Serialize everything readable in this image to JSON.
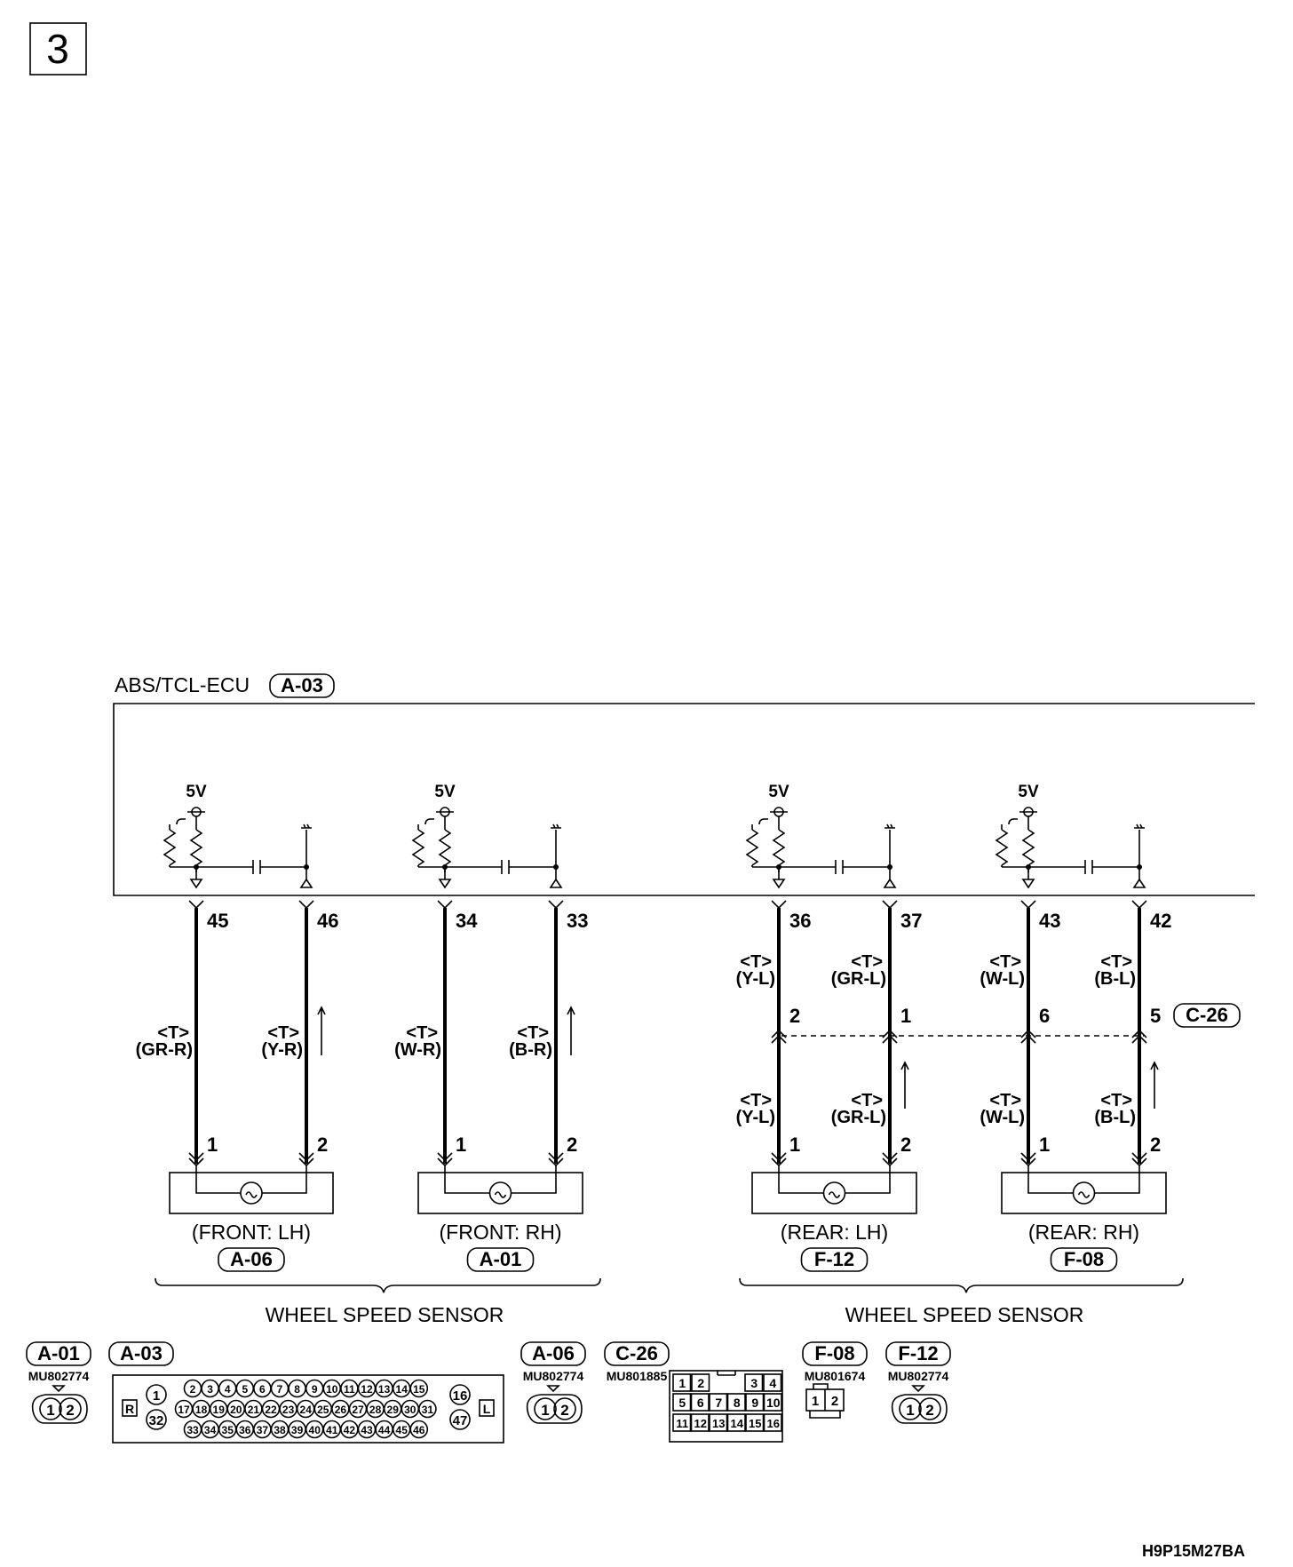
{
  "page_number": "3",
  "ecu": {
    "name": "ABS/TCL-ECU",
    "connector": "A-03"
  },
  "voltage_label": "5V",
  "harness_symbol": "<T>",
  "sensors": [
    {
      "ecu_pins": [
        "45",
        "46"
      ],
      "wire_colors": [
        "(GR-R)",
        "(Y-R)"
      ],
      "sensor_pins": [
        "1",
        "2"
      ],
      "position": "(FRONT: LH)",
      "connector": "A-06"
    },
    {
      "ecu_pins": [
        "34",
        "33"
      ],
      "wire_colors": [
        "(W-R)",
        "(B-R)"
      ],
      "sensor_pins": [
        "1",
        "2"
      ],
      "position": "(FRONT: RH)",
      "connector": "A-01"
    },
    {
      "ecu_pins": [
        "36",
        "37"
      ],
      "wire_colors_upper": [
        "(Y-L)",
        "(GR-L)"
      ],
      "junction_pins": [
        "2",
        "1"
      ],
      "wire_colors": [
        "(Y-L)",
        "(GR-L)"
      ],
      "sensor_pins": [
        "1",
        "2"
      ],
      "position": "(REAR: LH)",
      "connector": "F-12"
    },
    {
      "ecu_pins": [
        "43",
        "42"
      ],
      "wire_colors_upper": [
        "(W-L)",
        "(B-L)"
      ],
      "junction_pins": [
        "6",
        "5"
      ],
      "wire_colors": [
        "(W-L)",
        "(B-L)"
      ],
      "sensor_pins": [
        "1",
        "2"
      ],
      "position": "(REAR: RH)",
      "connector": "F-08"
    }
  ],
  "junction_connector": "C-26",
  "group_labels": [
    "WHEEL SPEED SENSOR",
    "WHEEL SPEED SENSOR"
  ],
  "connector_legend": [
    {
      "code": "A-01",
      "part": "MU802774",
      "pins": [
        "1",
        "2"
      ]
    },
    {
      "code": "A-03",
      "part": "",
      "pins": []
    },
    {
      "code": "A-06",
      "part": "MU802774",
      "pins": [
        "1",
        "2"
      ]
    },
    {
      "code": "C-26",
      "part": "MU801885",
      "pins": []
    },
    {
      "code": "F-08",
      "part": "MU801674",
      "pins": [
        "1",
        "2"
      ]
    },
    {
      "code": "F-12",
      "part": "MU802774",
      "pins": [
        "1",
        "2"
      ]
    }
  ],
  "a03_layout": {
    "row1": [
      "2",
      "3",
      "4",
      "5",
      "6",
      "7",
      "8",
      "9",
      "10",
      "11",
      "12",
      "13",
      "14",
      "15"
    ],
    "row2": [
      "17",
      "18",
      "19",
      "20",
      "21",
      "22",
      "23",
      "24",
      "25",
      "26",
      "27",
      "28",
      "29",
      "30",
      "31"
    ],
    "row3": [
      "33",
      "34",
      "35",
      "36",
      "37",
      "38",
      "39",
      "40",
      "41",
      "42",
      "43",
      "44",
      "45",
      "46"
    ],
    "left": [
      "1",
      "32"
    ],
    "right": [
      "16",
      "47"
    ],
    "side_left": "R",
    "side_right": "L"
  },
  "c26_layout": {
    "row1": [
      "1",
      "2",
      "3",
      "4"
    ],
    "row2": [
      "5",
      "6",
      "7",
      "8",
      "9",
      "10"
    ],
    "row3": [
      "11",
      "12",
      "13",
      "14",
      "15",
      "16"
    ]
  },
  "figure_code": "H9P15M27BA"
}
